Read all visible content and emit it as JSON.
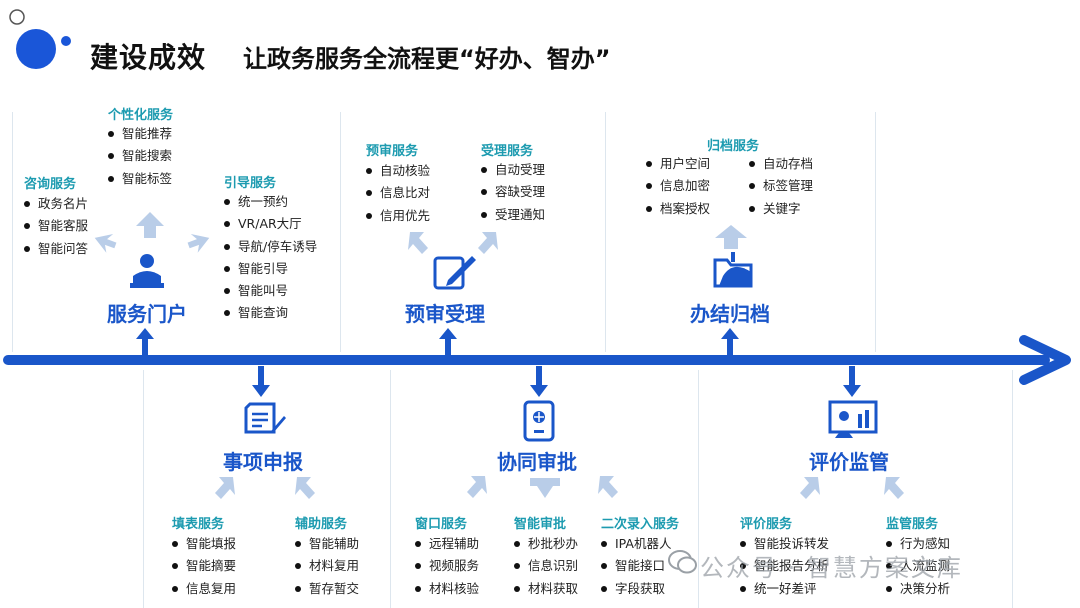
{
  "title": {
    "main": "建设成效",
    "sub": "让政务服务全流程更“好办、智办”"
  },
  "top": {
    "portal": {
      "label": "服务门户",
      "groups": [
        {
          "title": "咨询服务",
          "items": [
            "政务名片",
            "智能客服",
            "智能问答"
          ]
        },
        {
          "title": "个性化服务",
          "items": [
            "智能推荐",
            "智能搜索",
            "智能标签"
          ]
        },
        {
          "title": "引导服务",
          "items": [
            "统一预约",
            "VR/AR大厅",
            "导航/停车诱导",
            "智能引导",
            "智能叫号",
            "智能查询"
          ]
        }
      ]
    },
    "review": {
      "label": "预审受理",
      "groups": [
        {
          "title": "预审服务",
          "items": [
            "自动核验",
            "信息比对",
            "信用优先"
          ]
        },
        {
          "title": "受理服务",
          "items": [
            "自动受理",
            "容缺受理",
            "受理通知"
          ]
        }
      ]
    },
    "archive": {
      "label": "办结归档",
      "groups": [
        {
          "title": "归档服务",
          "items": [
            "用户空间",
            "信息加密",
            "档案授权"
          ]
        },
        {
          "title": "",
          "items": [
            "自动存档",
            "标签管理",
            "关键字"
          ]
        }
      ]
    }
  },
  "bottom": {
    "declare": {
      "label": "事项申报",
      "groups": [
        {
          "title": "填表服务",
          "items": [
            "智能填报",
            "智能摘要",
            "信息复用"
          ]
        },
        {
          "title": "辅助服务",
          "items": [
            "智能辅助",
            "材料复用",
            "暂存暂交"
          ]
        }
      ]
    },
    "approve": {
      "label": "协同审批",
      "groups": [
        {
          "title": "窗口服务",
          "items": [
            "远程辅助",
            "视频服务",
            "材料核验"
          ]
        },
        {
          "title": "智能审批",
          "items": [
            "秒批秒办",
            "信息识别",
            "材料获取"
          ]
        },
        {
          "title": "二次录入服务",
          "items": [
            "IPA机器人",
            "智能接口",
            "字段获取"
          ]
        }
      ]
    },
    "evaluate": {
      "label": "评价监管",
      "groups": [
        {
          "title": "评价服务",
          "items": [
            "智能投诉转发",
            "智能报告分析",
            "统一好差评"
          ]
        },
        {
          "title": "监管服务",
          "items": [
            "行为感知",
            "人流监测",
            "决策分析"
          ]
        }
      ]
    }
  },
  "watermark": "公众号 · 智慧方案文库",
  "colors": {
    "accent": "#1a56c9",
    "header": "#1d9bb0",
    "arrow_light": "#b9cde8"
  }
}
